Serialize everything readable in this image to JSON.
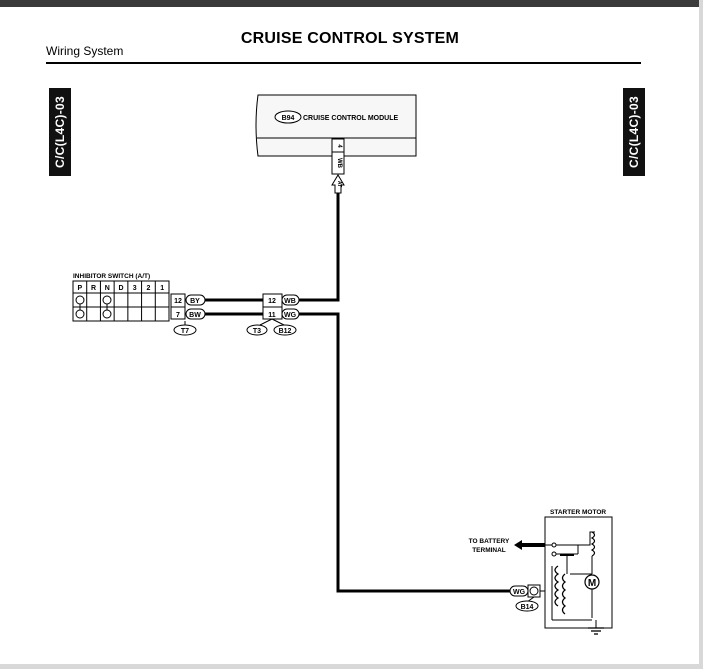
{
  "header": {
    "section": "Wiring System",
    "title": "CRUISE CONTROL SYSTEM",
    "tab_code": "C/C(L4C)-03"
  },
  "module": {
    "connector_id": "B94",
    "name": "CRUISE CONTROL MODULE",
    "pin": "4",
    "wire_color": "WB",
    "arrow_label": "AT"
  },
  "inhibitor": {
    "title": "INHIBITOR SWITCH (A/T)",
    "positions": [
      "P",
      "R",
      "N",
      "D",
      "3",
      "2",
      "1"
    ],
    "pins": [
      {
        "pin": "12",
        "wire": "BY"
      },
      {
        "pin": "7",
        "wire": "BW"
      }
    ],
    "connector_id": "T7"
  },
  "joint": {
    "pins": [
      {
        "pin": "12",
        "wire": "WB"
      },
      {
        "pin": "11",
        "wire": "WG"
      }
    ],
    "connectors": [
      "T3",
      "B12"
    ]
  },
  "starter": {
    "title": "STARTER MOTOR",
    "battery_label_line1": "TO BATTERY",
    "battery_label_line2": "TERMINAL",
    "motor_symbol": "M",
    "wire": "WG",
    "connector_id": "B14"
  },
  "colors": {
    "ink": "#000000",
    "tab_background": "#111111",
    "top_bar": "#3a3a3a",
    "module_fill": "#f7f7f7"
  }
}
